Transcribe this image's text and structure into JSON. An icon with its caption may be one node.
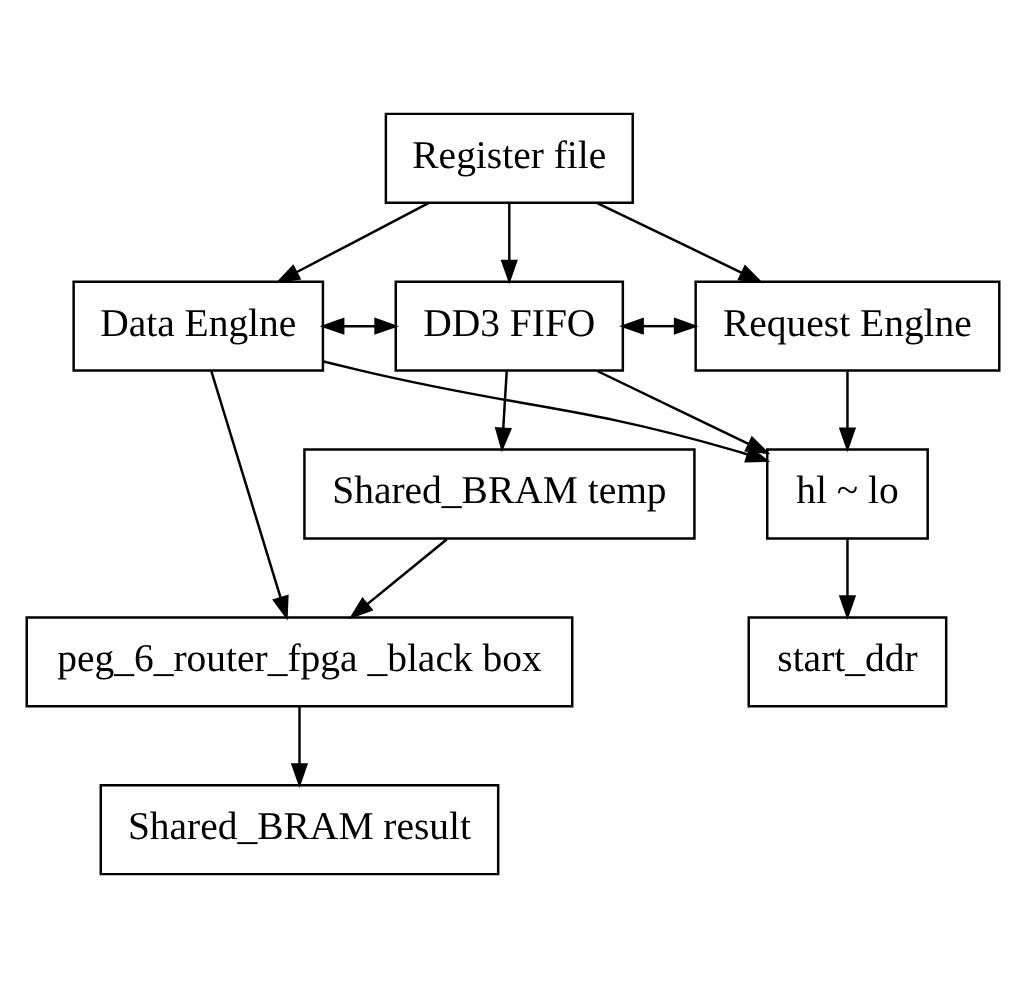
{
  "diagram": {
    "nodes": [
      {
        "text": [
          "Register file"
        ]
      },
      {
        "text": [
          "Data Englne"
        ]
      },
      {
        "text": [
          "DD3 FIFO"
        ]
      },
      {
        "text": [
          "Request Englne"
        ]
      },
      {
        "text": [
          "Shared_BRAM temp"
        ]
      },
      {
        "text": [
          "hl ~ lo"
        ]
      },
      {
        "text": [
          "start_ddr"
        ]
      },
      {
        "text": [
          "peg_6_router_fpga _black box"
        ]
      },
      {
        "text": [
          "Shared_BRAM result"
        ]
      }
    ],
    "edges": [
      {
        "from": 0,
        "to": 1,
        "arrow": "to"
      },
      {
        "from": 0,
        "to": 2,
        "arrow": "to"
      },
      {
        "from": 0,
        "to": 3,
        "arrow": "to"
      },
      {
        "from": 1,
        "to": 2,
        "arrow": "both"
      },
      {
        "from": 2,
        "to": 3,
        "arrow": "both"
      },
      {
        "from": 1,
        "to": 5,
        "arrow": "to"
      },
      {
        "from": 3,
        "to": 5,
        "arrow": "to"
      },
      {
        "from": 2,
        "to": 4,
        "arrow": "to"
      },
      {
        "from": 2,
        "to": 5,
        "arrow": "to"
      },
      {
        "from": 1,
        "to": 7,
        "arrow": "to"
      },
      {
        "from": 4,
        "to": 7,
        "arrow": "to"
      },
      {
        "from": 5,
        "to": 6,
        "arrow": "to"
      },
      {
        "from": 7,
        "to": 8,
        "arrow": "to"
      }
    ]
  }
}
